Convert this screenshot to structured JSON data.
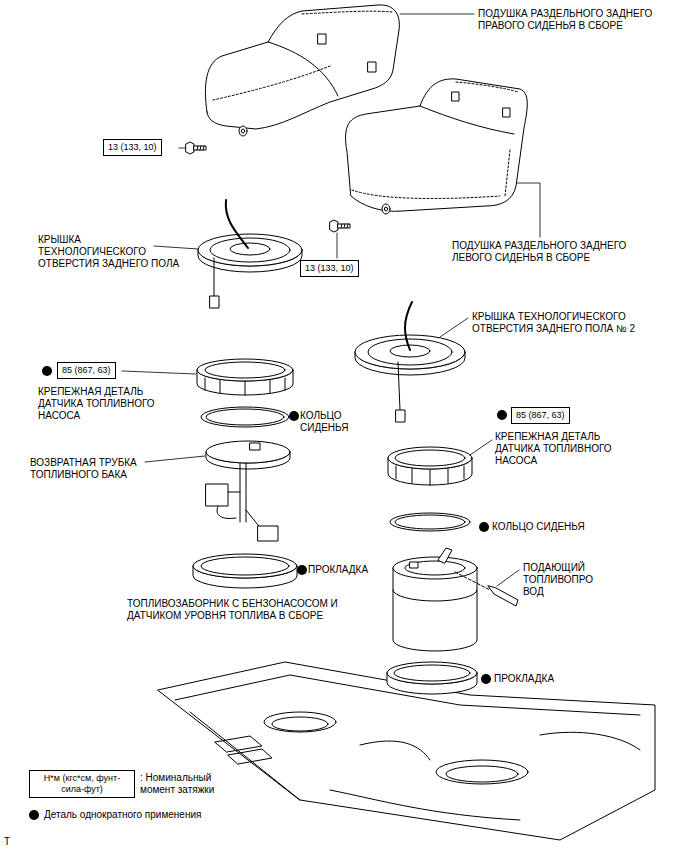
{
  "diagram": {
    "nodes": [
      {
        "text": [
          "13 (133, 10)"
        ]
      },
      {
        "text": [
          "13 (133, 10)"
        ]
      },
      {
        "text": [
          "85 (867, 63)"
        ]
      },
      {
        "text": [
          "85 (867, 63)"
        ]
      },
      {
        "text": [
          "Н*м (кгс*см, фунт-сила-фут)"
        ]
      }
    ],
    "labels": [
      "ПОДУШКА РАЗДЕЛЬНОГО ЗАДНЕГО ПРАВОГО СИДЕНЬЯ В СБОРЕ",
      "ПОДУШКА РАЗДЕЛЬНОГО ЗАДНЕГО ЛЕВОГО СИДЕНЬЯ В СБОРЕ",
      "КРЫШКА ТЕХНОЛОГИЧЕСКОГО ОТВЕРСТИЯ ЗАДНЕГО ПОЛА",
      "КРЫШКА ТЕХНОЛОГИЧЕСКОГО ОТВЕРСТИЯ ЗАДНЕГО ПОЛА № 2",
      "КРЕПЕЖНАЯ ДЕТАЛЬ ДАТЧИКА ТОПЛИВНОГО НАСОСА",
      "КОЛЬЦО СИДЕНЬЯ",
      "ВОЗВРАТНАЯ ТРУБКА ТОПЛИВНОГО БАКА",
      "КРЕПЕЖНАЯ ДЕТАЛЬ ДАТЧИКА ТОПЛИВНОГО НАСОСА",
      "КОЛЬЦО СИДЕНЬЯ",
      "ПОДАЮЩИЙ ТОПЛИВОПРО ВОД",
      "ПРОКЛАДКА",
      "ТОПЛИВОЗАБОРНИК С БЕНЗОНАСОСОМ И ДАТЧИКОМ УРОВНЯ ТОПЛИВА В СБОРЕ",
      "ПРОКЛАДКА",
      ": Номинальный момент затяжки",
      "T"
    ],
    "legend": [
      {
        "text": "Деталь однократного применения"
      }
    ]
  }
}
